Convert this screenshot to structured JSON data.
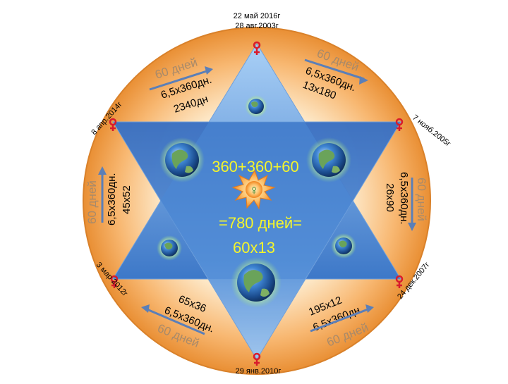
{
  "dates": {
    "top_line1": "22 май 2016г",
    "top_line2": "28 авг.2003г",
    "upper_right": "7 нояб.2005г",
    "lower_right": "24 дек.2007г",
    "bottom": "29 янв.2010г",
    "lower_left": "3 мар 2012г",
    "upper_left": "8 апр.2014г"
  },
  "segments": {
    "upper_left": {
      "days": "60 дней",
      "line1": "6,5х360дн.",
      "line2": "2340дн"
    },
    "upper_right": {
      "days": "60 дней",
      "line1": "6,5х360дн.",
      "line2": "13х180"
    },
    "right": {
      "days": "60 дней",
      "line1": "6,5х360дн.",
      "line2": "26х90"
    },
    "lower_right": {
      "line1": "195х12",
      "line2": "6,5х360дн.",
      "days": "60 дней"
    },
    "lower_left": {
      "line1": "65х36",
      "line2": "6,5х360дн.",
      "days": "60 дней"
    },
    "left": {
      "days": "60 дней",
      "line1": "6,5х360дн.",
      "line2": "45х52"
    }
  },
  "center": {
    "sum": "360+360+60",
    "result": "=780  дней=",
    "product": "60х13",
    "symbol": "♀"
  },
  "colors": {
    "ring_orange": "#f2a04a",
    "ring_light": "#fde0b8",
    "star_blue": "#3f7fd0",
    "star_light": "#9cc6f2",
    "center_text": "#f5f52a",
    "arrow_blue": "#5b7fb8",
    "marker_red": "#d81b2c"
  }
}
